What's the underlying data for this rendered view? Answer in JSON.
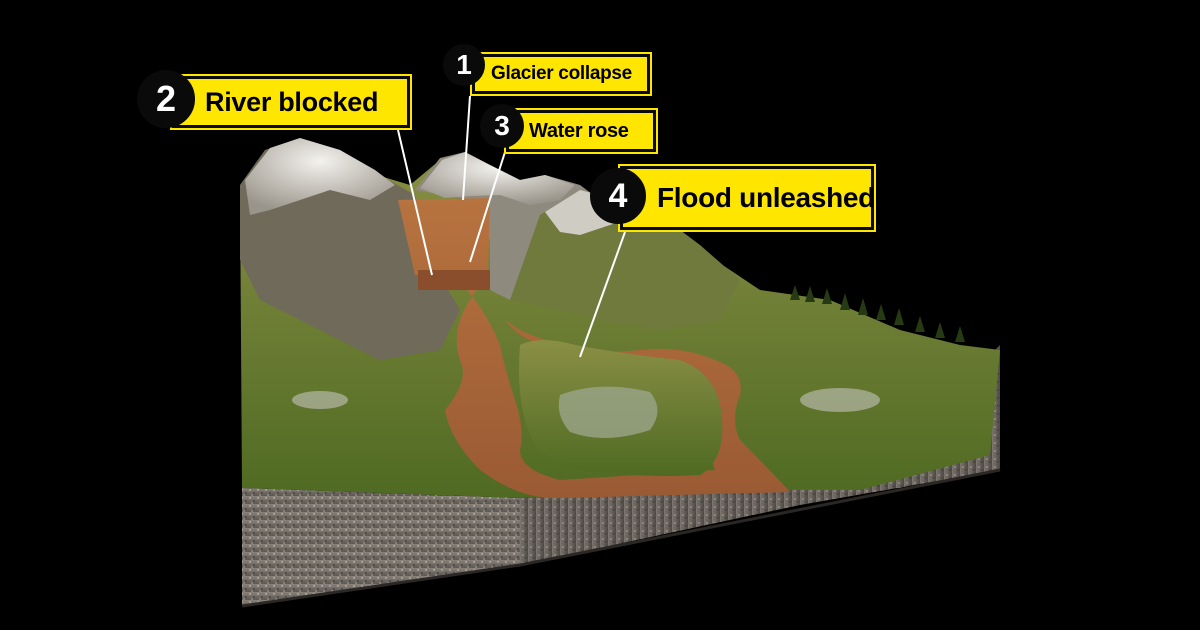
{
  "callouts": [
    {
      "number": "1",
      "label": "Glacier collapse"
    },
    {
      "number": "2",
      "label": "River blocked"
    },
    {
      "number": "3",
      "label": "Water rose"
    },
    {
      "number": "4",
      "label": "Flood unleashed"
    }
  ],
  "colors": {
    "label_fill": "#ffe600",
    "badge_fill": "#0a0a0a",
    "flood_water": "#a9623a",
    "vegetation": "#6b7d2a",
    "snow": "#e8e6e1",
    "rock_base": "#6e6863",
    "background": "#000000"
  }
}
